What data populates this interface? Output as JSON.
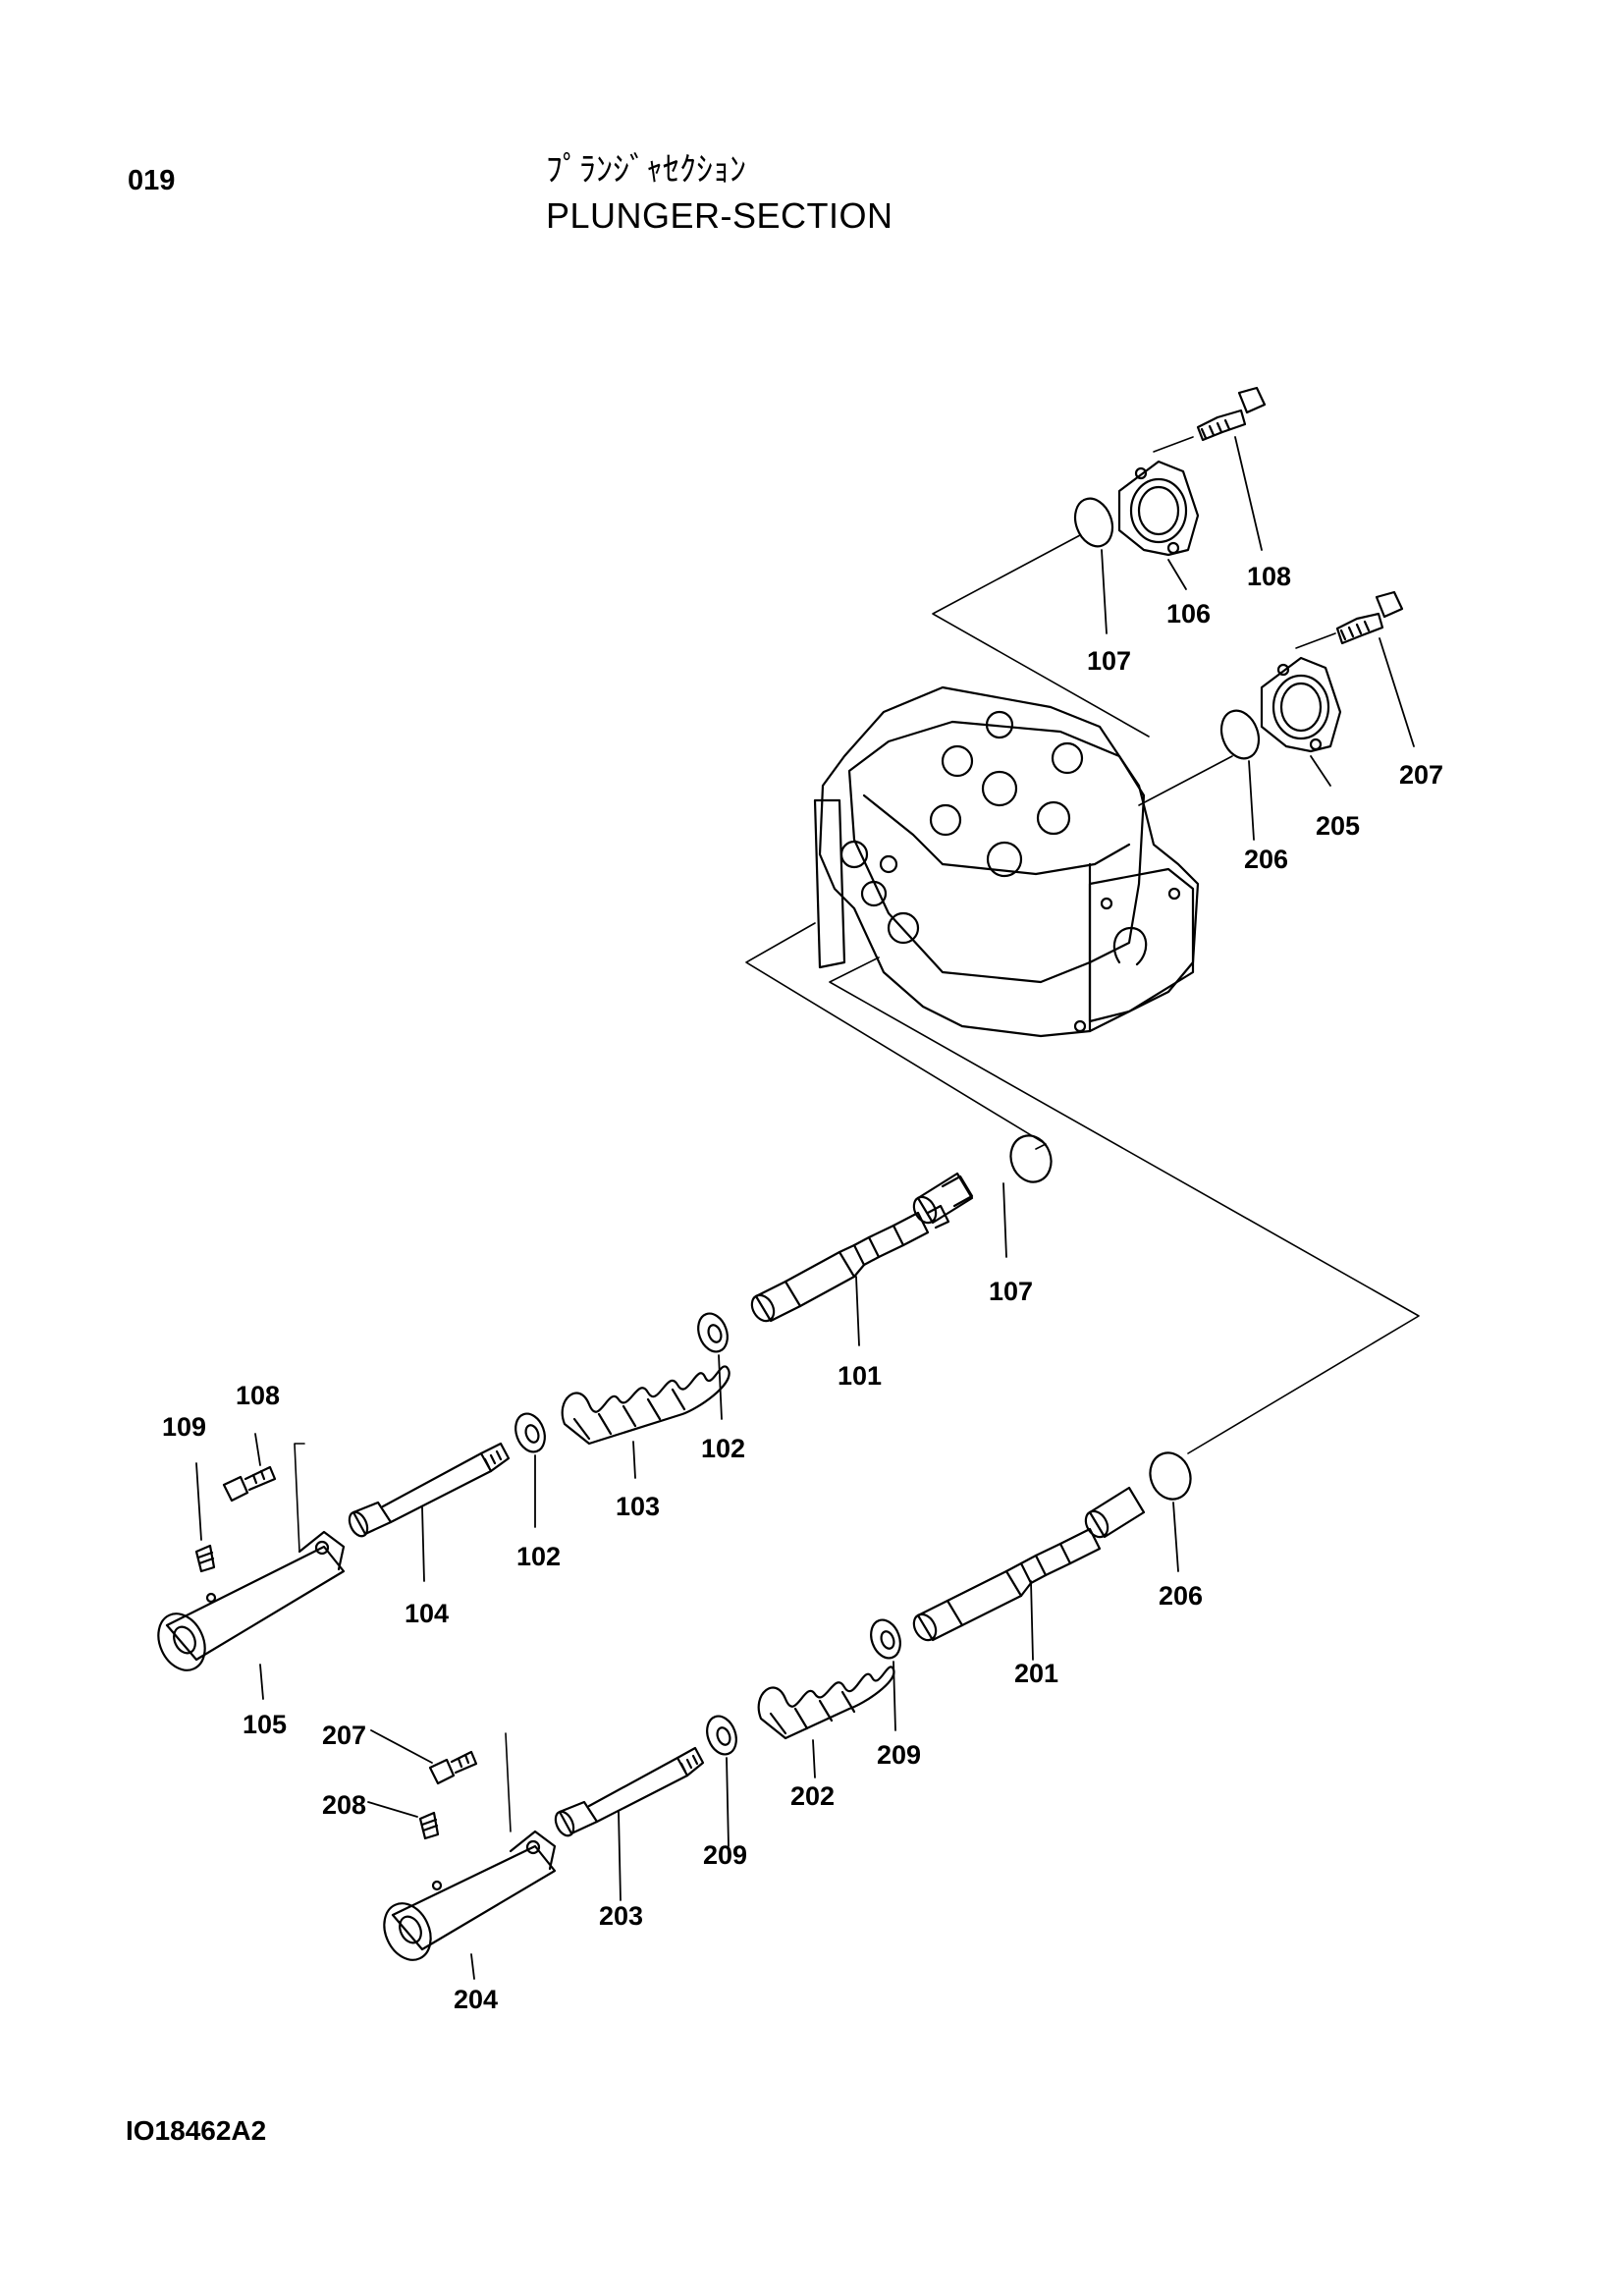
{
  "header": {
    "page_number": "019",
    "title_jp": "ﾌﾟﾗﾝｼﾞｬｾｸｼｮﾝ",
    "title_en": "PLUNGER-SECTION"
  },
  "footer": {
    "drawing_code": "IO18462A2"
  },
  "callouts": {
    "c108_top": "108",
    "c106": "106",
    "c107_top": "107",
    "c207_right": "207",
    "c205": "205",
    "c206_top": "206",
    "c107_mid": "107",
    "c101": "101",
    "c102_a": "102",
    "c103": "103",
    "c102_b": "102",
    "c104": "104",
    "c105": "105",
    "c108_left": "108",
    "c109": "109",
    "c206_right": "206",
    "c201": "201",
    "c209_a": "209",
    "c202": "202",
    "c209_b": "209",
    "c203": "203",
    "c204": "204",
    "c207_left": "207",
    "c208": "208"
  }
}
